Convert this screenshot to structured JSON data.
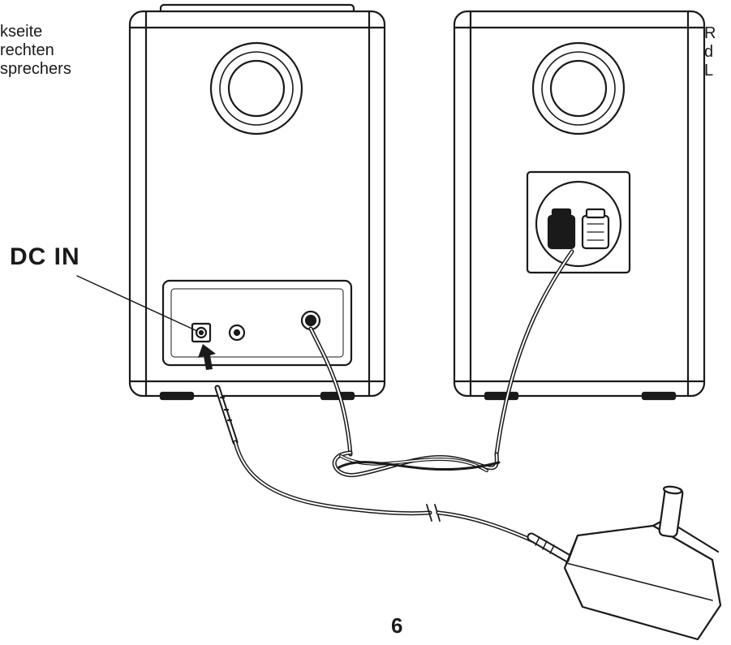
{
  "captions": {
    "left": "kseite\nrechten\nsprechers",
    "right": "R\nd\nL"
  },
  "labels": {
    "dc_in": "DC IN"
  },
  "page_number": "6",
  "icons": [
    "speaker-woofer-icon",
    "dc-in-socket-icon",
    "speaker-terminal-icon",
    "power-adapter-icon",
    "arrow-icon"
  ],
  "colors": {
    "line": "#1a1a1a",
    "background": "#ffffff"
  }
}
